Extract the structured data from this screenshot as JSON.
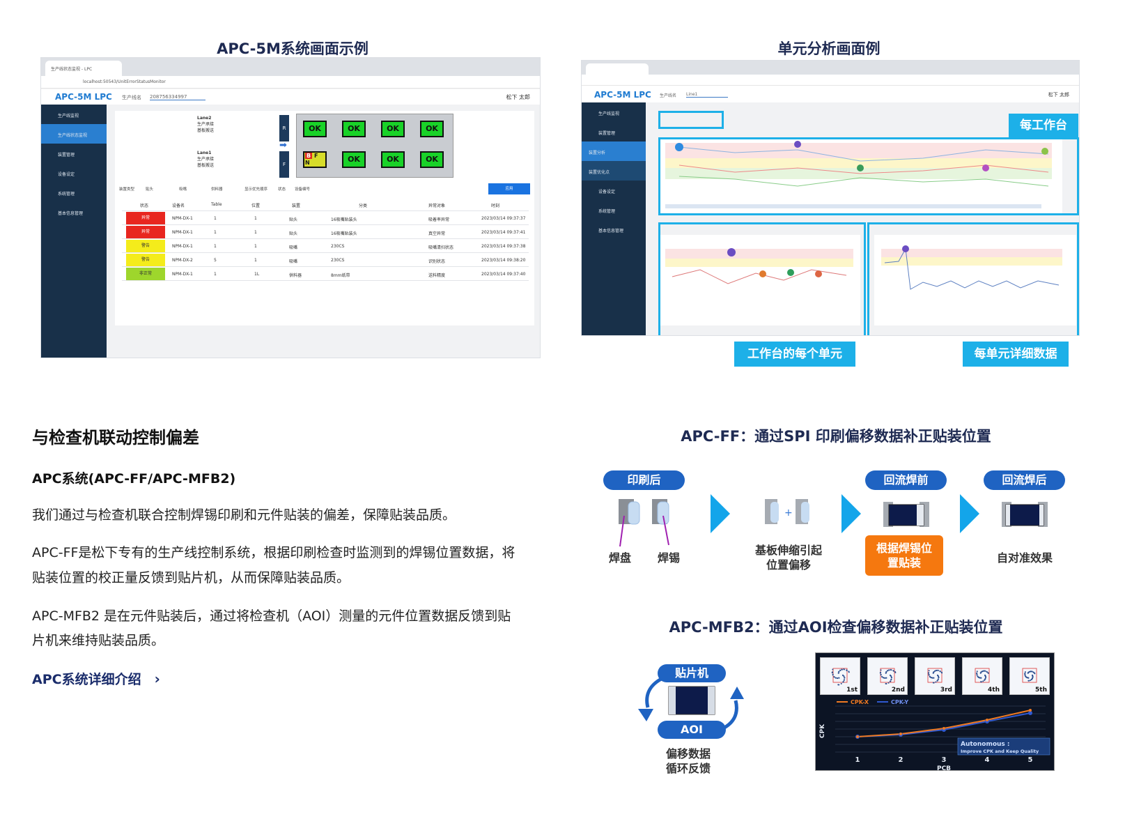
{
  "left_panel": {
    "title": "APC-5M系统画面示例",
    "browser": {
      "tab": "生产线状态监视 - LPC",
      "address": "localhost:50543/UnitErrorStatusMonitor"
    },
    "logo": "APC-5M LPC",
    "line_label": "生产线名",
    "line_value": "208756334997",
    "user": "松下 太郎",
    "sidebar": [
      "生产线监视",
      "生产线状态监视",
      "装置管理",
      "设备设定",
      "系统管理",
      "基本信息管理"
    ],
    "lanes": [
      {
        "name": "Lane2",
        "sub1": "生产承接",
        "sub2": "基板搬送"
      },
      {
        "name": "Lane1",
        "sub1": "生产承接",
        "sub2": "基板搬送"
      }
    ],
    "rb": "R",
    "fb": "F",
    "ok": "OK",
    "fault_letters": [
      "B",
      "F",
      "N"
    ],
    "filters": [
      "装置类型",
      "贴头",
      "吸嘴",
      "供料器",
      "显示优先顺序",
      "状态",
      "设备编号"
    ],
    "apply": "应用",
    "table_headers": [
      "状态",
      "设备名",
      "Table",
      "位置",
      "装置",
      "分类",
      "异常对象",
      "时刻"
    ],
    "rows": [
      {
        "status": "异常",
        "color": "#e8261f",
        "device": "NPM-DX-1",
        "table": "1",
        "pos": "1",
        "unit": "贴头",
        "cat": "16吸嘴贴装头",
        "target": "吸着率异常",
        "time": "2023/03/14 09:37:37"
      },
      {
        "status": "异常",
        "color": "#e8261f",
        "device": "NPM-DX-1",
        "table": "1",
        "pos": "1",
        "unit": "贴头",
        "cat": "16吸嘴贴装头",
        "target": "真空异常",
        "time": "2023/03/14 09:37:41"
      },
      {
        "status": "警告",
        "color": "#f4ec1b",
        "device": "NPM-DX-1",
        "table": "1",
        "pos": "1",
        "unit": "吸嘴",
        "cat": "230CS",
        "target": "吸嘴清扫状态",
        "time": "2023/03/14 09:37:38"
      },
      {
        "status": "警告",
        "color": "#f4ec1b",
        "device": "NPM-DX-2",
        "table": "5",
        "pos": "1",
        "unit": "吸嘴",
        "cat": "230CS",
        "target": "识别状态",
        "time": "2023/03/14 09:38:20"
      },
      {
        "status": "非正常",
        "color": "#9ed62c",
        "device": "NPM-DX-1",
        "table": "1",
        "pos": "1L",
        "unit": "供料器",
        "cat": "8mm纸带",
        "target": "送料精度",
        "time": "2023/03/14 09:37:40"
      }
    ]
  },
  "right_panel": {
    "title": "单元分析画面例",
    "logo": "APC-5M LPC",
    "line_label": "生产线名",
    "line_value": "Line1",
    "user": "松下 太郎",
    "sidebar": [
      "生产线监视",
      "装置管理",
      "装置分析",
      "装置优化点",
      "设备设定",
      "系统管理",
      "基本信息管理"
    ],
    "labels": {
      "per_table": "每工作台",
      "per_unit": "工作台的每个单元",
      "detail": "每单元详细数据"
    }
  },
  "section": {
    "heading": "与检查机联动控制偏差",
    "subheading": "APC系统(APC-FF/APC-MFB2)",
    "p1": "我们通过与检查机联合控制焊锡印刷和元件贴装的偏差，保障贴装品质。",
    "p2a": "APC-FF是松下专有的生产线控制系统，根据印刷检查时监测到的焊锡位置数据，将",
    "p2b": "贴装位置的校正量反馈到贴片机，从而保障贴装品质。",
    "p3a": "APC-MFB2 是在元件贴装后，通过将检查机（AOI）测量的元件位置数据反馈到贴",
    "p3b": "片机来维持贴装品质。",
    "link": "APC系统详细介绍"
  },
  "ff": {
    "title": "APC-FF：通过SPI 印刷偏移数据补正贴装位置",
    "after_print": "印刷后",
    "pad": "焊盘",
    "solder": "焊锡",
    "shift_a": "基板伸缩引起",
    "shift_b": "位置偏移",
    "pre_reflow": "回流焊前",
    "mount_a": "根据焊锡位",
    "mount_b": "置贴装",
    "post_reflow": "回流焊后",
    "self_align": "自对准效果"
  },
  "mfb": {
    "title": "APC-MFB2：通过AOI检查偏移数据补正贴装位置",
    "machine": "贴片机",
    "aoi": "AOI",
    "loop_a": "偏移数据",
    "loop_b": "循环反馈",
    "boards": [
      "1st",
      "2nd",
      "3rd",
      "4th",
      "5th"
    ],
    "legend_x": "CPK-X",
    "legend_y": "CPK-Y",
    "yaxis": "CPK",
    "xaxis": "PCB",
    "x_ticks": [
      "1",
      "2",
      "3",
      "4",
      "5"
    ],
    "badge_a": "Autonomous :",
    "badge_b": "Improve CPK and Keep Quality"
  }
}
